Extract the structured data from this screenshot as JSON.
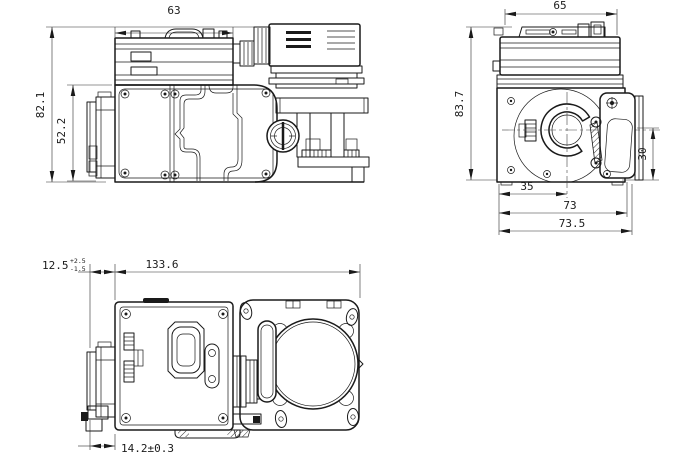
{
  "drawing": {
    "background": "#ffffff",
    "line_color": "#1a1a1a",
    "views": {
      "side_view": {
        "dimensions": {
          "head_width": "63",
          "overall_height": "82.1",
          "body_height": "52.2"
        }
      },
      "front_view": {
        "dimensions": {
          "top_width": "65",
          "overall_height": "83.7",
          "bracket_height": "30",
          "center_offset": "35",
          "body_width": "73",
          "overall_width": "73.5"
        }
      },
      "top_view": {
        "dimensions": {
          "connector_offset": "12.5",
          "connector_offset_tol_upper": "+2.5",
          "connector_offset_tol_lower": "-1.5",
          "overall_length": "133.6",
          "connector_offset_bottom": "14.2±0.3"
        }
      }
    }
  }
}
